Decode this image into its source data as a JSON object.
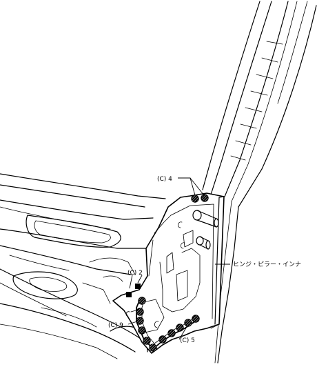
{
  "callouts": {
    "weld_c4": "(C) 4",
    "weld_c2": "(C) 2",
    "weld_c9": "(C) 9",
    "weld_c5": "(C) 5",
    "part_name": "ヒンジ・ピラー・インナ"
  },
  "legend_marks": {
    "spot_weld_round": "hatched-circle",
    "spot_weld_square": "filled-square"
  },
  "colors": {
    "line": "#000000",
    "background": "#ffffff"
  }
}
